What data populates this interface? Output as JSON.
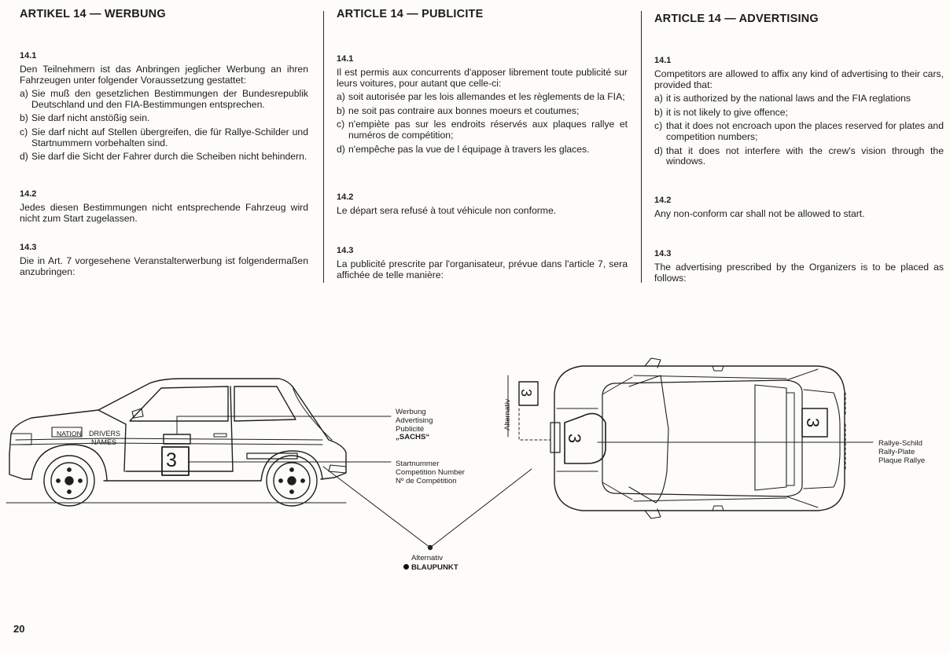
{
  "columns": {
    "de": {
      "heading": "ARTIKEL 14 — WERBUNG",
      "s1": {
        "num": "14.1",
        "intro": "Den Teilnehmern ist das Anbringen jeglicher Werbung an ihren Fahrzeugen unter folgender Voraussetzung gestattet:",
        "items": [
          {
            "marker": "a)",
            "text": "Sie muß den gesetzlichen Bestimmungen der Bundesrepublik Deutschland und den FIA-Bestimmungen entsprechen."
          },
          {
            "marker": "b)",
            "text": "Sie darf nicht anstößig sein."
          },
          {
            "marker": "c)",
            "text": "Sie darf nicht auf Stellen übergreifen, die für Rallye-Schilder und Startnummern vorbehalten sind."
          },
          {
            "marker": "d)",
            "text": "Sie darf die Sicht der Fahrer durch die Scheiben nicht behindern."
          }
        ]
      },
      "s2": {
        "num": "14.2",
        "text": "Jedes diesen Bestimmungen nicht entsprechende Fahrzeug wird nicht zum Start zugelassen."
      },
      "s3": {
        "num": "14.3",
        "text": "Die in Art. 7 vorgesehene Veranstalterwerbung ist folgendermaßen anzubringen:"
      }
    },
    "fr": {
      "heading": "ARTICLE 14 — PUBLICITE",
      "s1": {
        "num": "14.1",
        "intro": "Il est permis aux concurrents d'apposer librement toute publicité sur leurs voitures, pour autant que celle-ci:",
        "items": [
          {
            "marker": "a)",
            "text": "soit autorisée par les lois allemandes et les règlements de la FIA;"
          },
          {
            "marker": "b)",
            "text": "ne soit pas contraire aux bonnes moeurs et coutumes;"
          },
          {
            "marker": "c)",
            "text": "n'empiète pas sur les endroits réservés aux plaques rallye et numéros de compétition;"
          },
          {
            "marker": "d)",
            "text": "n'empêche pas la vue de l équipage à travers les glaces."
          }
        ]
      },
      "s2": {
        "num": "14.2",
        "text": "Le départ sera refusé à tout véhicule non conforme."
      },
      "s3": {
        "num": "14.3",
        "text": "La publicité prescrite par l'organisateur, prévue dans l'article 7, sera affichée de telle manière:"
      }
    },
    "en": {
      "heading": "ARTICLE 14 — ADVERTISING",
      "s1": {
        "num": "14.1",
        "intro": "Competitors are allowed to affix any kind of advertising to their cars, provided that:",
        "items": [
          {
            "marker": "a)",
            "text": "it is authorized by the national laws and the FIA reglations"
          },
          {
            "marker": "b)",
            "text": "it is not likely to give offence;"
          },
          {
            "marker": "c)",
            "text": "that it does not encroach upon the places reserved for plates and competition numbers;"
          },
          {
            "marker": "d)",
            "text": "that it does not interfere with the crew's vision through the windows."
          }
        ]
      },
      "s2": {
        "num": "14.2",
        "text": "Any non-conform car shall not be allowed to start."
      },
      "s3": {
        "num": "14.3",
        "text": "The advertising prescribed by the Organizers is to be placed as follows:"
      }
    }
  },
  "diagram": {
    "side": {
      "nation": "NATION",
      "drivers": "DRIVERS",
      "names": "NAMES",
      "number": "3"
    },
    "top": {
      "plate_number": "3",
      "rear_number": "3",
      "alt_number": "3",
      "alternativ_vertical": "Alternativ"
    },
    "callouts": {
      "ad": [
        "Werbung",
        "Advertising",
        "Publicité",
        "„SACHS“"
      ],
      "startnum": [
        "Startnummer",
        "Competition Number",
        "Nº de Compétition"
      ],
      "plate": [
        "Rallye-Schild",
        "Rally-Plate",
        "Plaque Rallye"
      ],
      "alt_label": "Alternativ",
      "alt_brand": "BLAUPUNKT"
    }
  },
  "page_number": "20"
}
